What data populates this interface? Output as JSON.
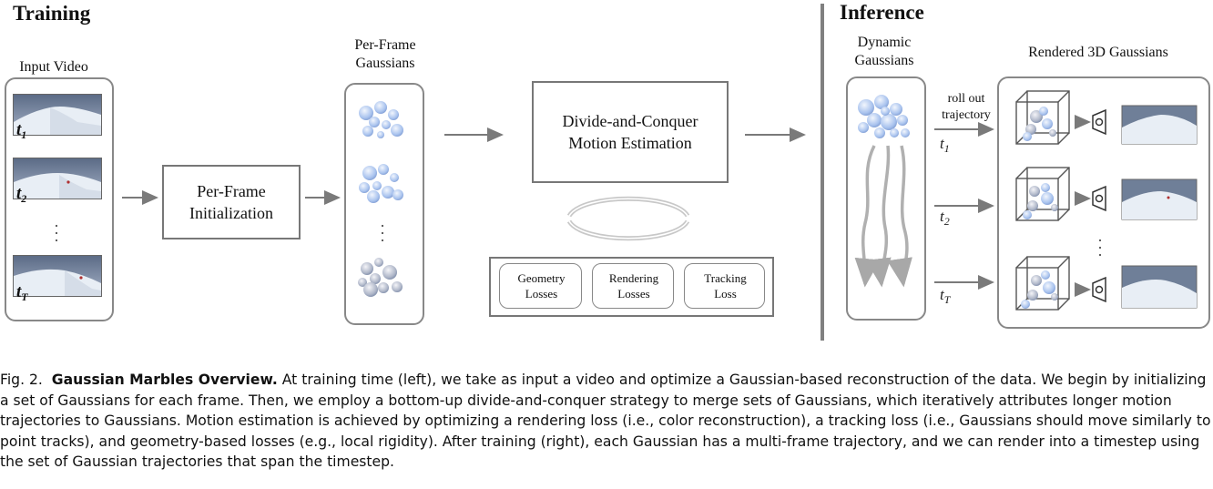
{
  "training": {
    "title": "Training",
    "input_video_label": "Input Video",
    "frame_labels": [
      {
        "base": "t",
        "sub": "1"
      },
      {
        "base": "t",
        "sub": "2"
      },
      {
        "base": "t",
        "sub": "T"
      }
    ],
    "per_frame_init_label": "Per-Frame\nInitialization",
    "per_frame_gaussians_label": "Per-Frame\nGaussians",
    "divide_conquer_label": "Divide-and-Conquer\nMotion Estimation",
    "losses": [
      "Geometry\nLosses",
      "Rendering\nLosses",
      "Tracking\nLoss"
    ]
  },
  "inference": {
    "title": "Inference",
    "dynamic_gaussians_label": "Dynamic\nGaussians",
    "rendered_label": "Rendered 3D Gaussians",
    "rollout_label": "roll out\ntrajectory",
    "time_labels": [
      {
        "base": "t",
        "sub": "1"
      },
      {
        "base": "t",
        "sub": "2"
      },
      {
        "base": "t",
        "sub": "T"
      }
    ]
  },
  "caption": {
    "prefix": "Fig. 2.",
    "bold": "Gaussian Marbles Overview.",
    "text": "At training time (left), we take as input a video and optimize a Gaussian-based reconstruction of the data. We begin by initializing a set of Gaussians for each frame. Then, we employ a bottom-up divide-and-conquer strategy to merge sets of Gaussians, which iteratively attributes longer motion trajectories to Gaussians. Motion estimation is achieved by optimizing a rendering loss (i.e., color reconstruction), a tracking loss (i.e., Gaussians should move similarly to point tracks), and geometry-based losses (e.g., local rigidity). After training (right), each Gaussian has a multi-frame trajectory, and we can render into a timestep using the set of Gaussian trajectories that span the timestep."
  },
  "colors": {
    "box_stroke": "#777777",
    "arrow": "#7a7a7a",
    "gaussian_blue": "#9db8e6",
    "divider": "#808080"
  }
}
